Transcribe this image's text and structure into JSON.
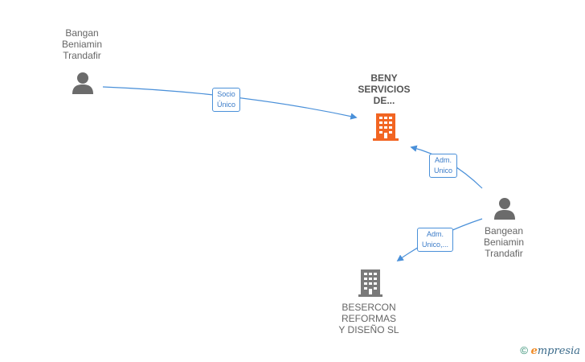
{
  "nodes": {
    "person_top_left": {
      "label": "Bangan\nBeniamin\nTrandafir"
    },
    "company_main": {
      "label": "BENY\nSERVICIOS\nDE..."
    },
    "person_right": {
      "label": "Bangean\nBeniamin\nTrandafir"
    },
    "company_bottom": {
      "label": "BESERCON\nREFORMAS\nY DISEÑO  SL"
    }
  },
  "edges": {
    "socio_unico": {
      "label": "Socio\nÚnico"
    },
    "adm_unico_main": {
      "label": "Adm.\nUnico"
    },
    "adm_unico_bottom": {
      "label": "Adm.\nUnico,..."
    }
  },
  "colors": {
    "edge": "#4a90d9",
    "person_icon": "#6b6b6b",
    "company_main_icon": "#f26522",
    "company_other_icon": "#7a7a7a"
  },
  "watermark": {
    "copyright": "©",
    "brand_first": "e",
    "brand_rest": "mpresia"
  }
}
